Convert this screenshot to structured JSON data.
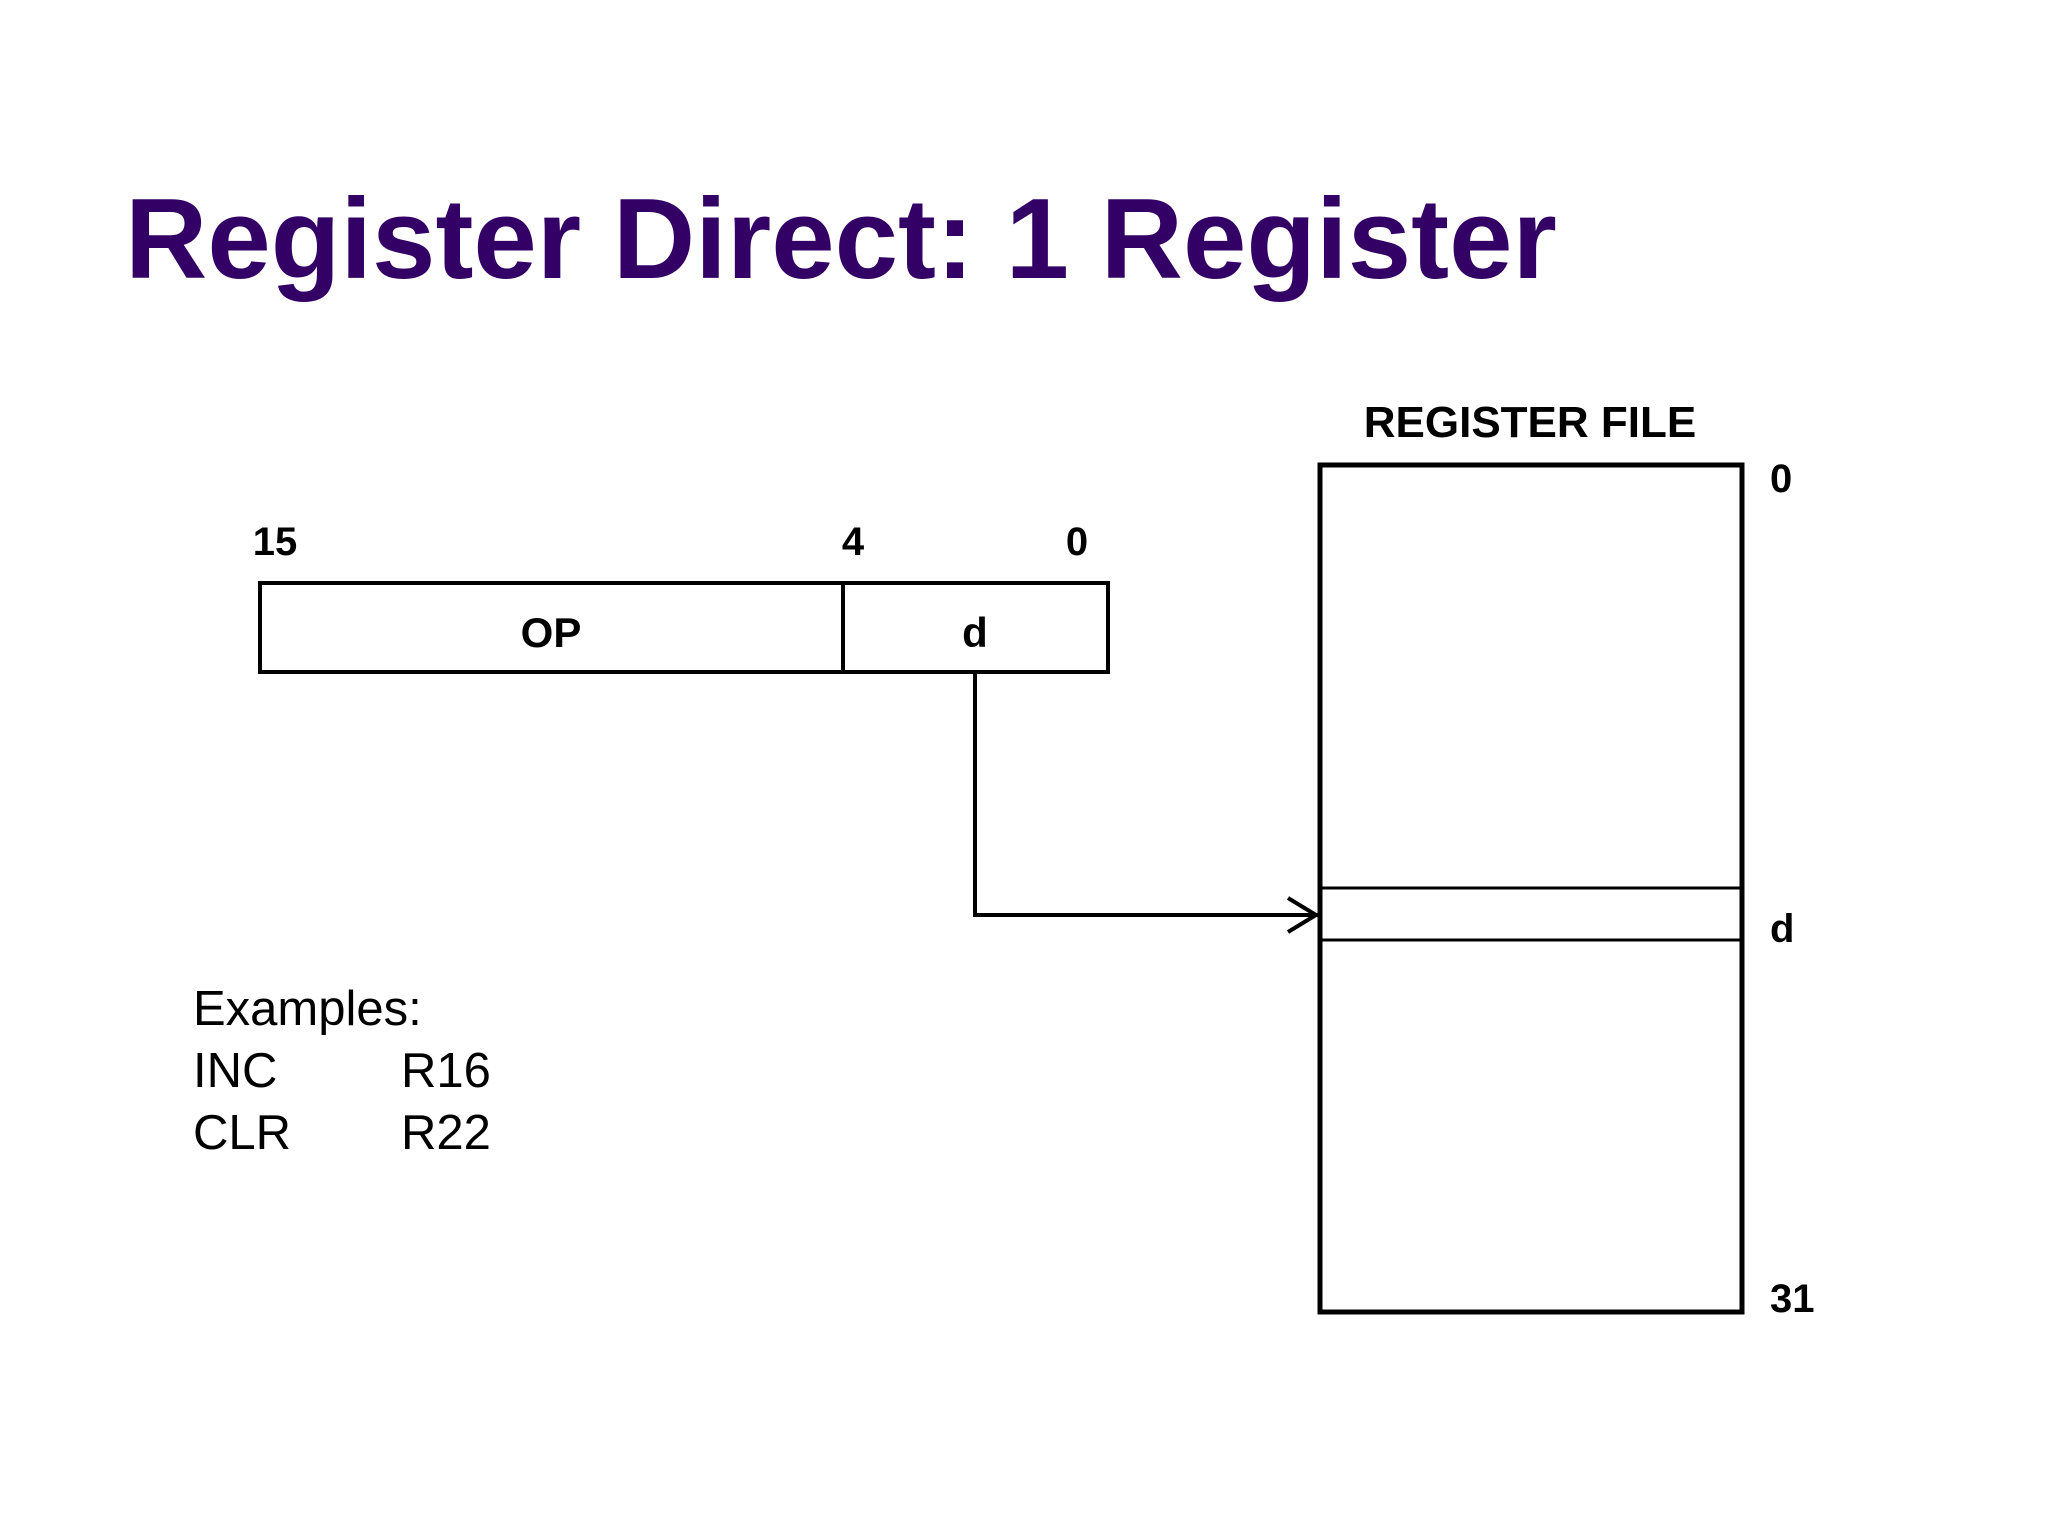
{
  "title": "Register Direct: 1 Register",
  "colors": {
    "title": "#330066",
    "stroke": "#000000",
    "background": "#ffffff"
  },
  "instruction": {
    "bit_labels": {
      "high": "15",
      "split": "4",
      "low": "0"
    },
    "fields": {
      "op": "OP",
      "d": "d"
    }
  },
  "register_file": {
    "title": "REGISTER FILE",
    "top_index": "0",
    "selected_label": "d",
    "bottom_index": "31"
  },
  "examples": {
    "heading": "Examples:",
    "rows": [
      {
        "mnemonic": "INC",
        "operand": "R16"
      },
      {
        "mnemonic": "CLR",
        "operand": "R22"
      }
    ]
  }
}
